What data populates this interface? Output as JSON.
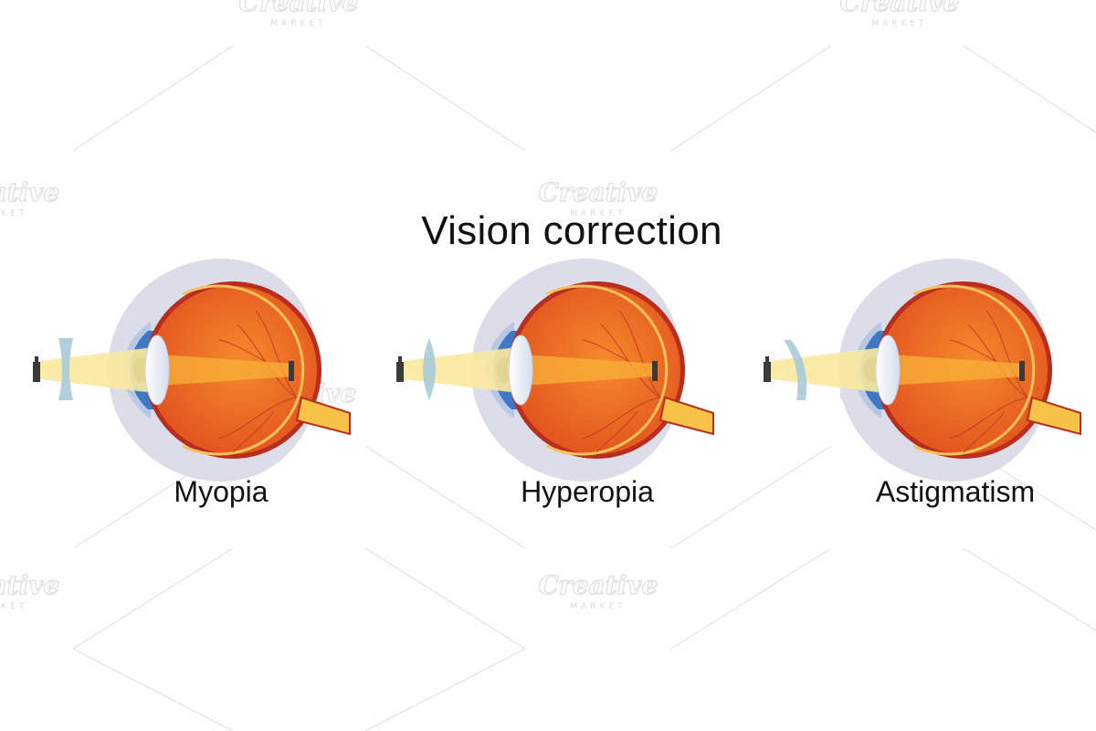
{
  "title": "Vision correction",
  "colors": {
    "sclera_outer": "#dcdde8",
    "eye_body": "#e75f22",
    "eye_body_light": "#f5862c",
    "retina_rim": "#b82d1e",
    "retina_line": "#f7c25a",
    "cornea": "#b7c8e6",
    "iris": "#3f78c4",
    "pupil": "#151515",
    "lens": "#edf0f8",
    "light_beam": "#fbe9a0",
    "focus_beam": "#f8b23a",
    "corrective_lens": "#a9cbd8",
    "object": "#3a3a3a",
    "optic_nerve": "#f6c247",
    "watermark": "#d0d0d0"
  },
  "panels": [
    {
      "id": "myopia",
      "label": "Myopia",
      "lens_type": "concave"
    },
    {
      "id": "hyperopia",
      "label": "Hyperopia",
      "lens_type": "convex"
    },
    {
      "id": "astigmatism",
      "label": "Astigmatism",
      "lens_type": "cylindrical"
    }
  ],
  "watermark": {
    "brand": "Creative",
    "sub": "MARKET"
  }
}
